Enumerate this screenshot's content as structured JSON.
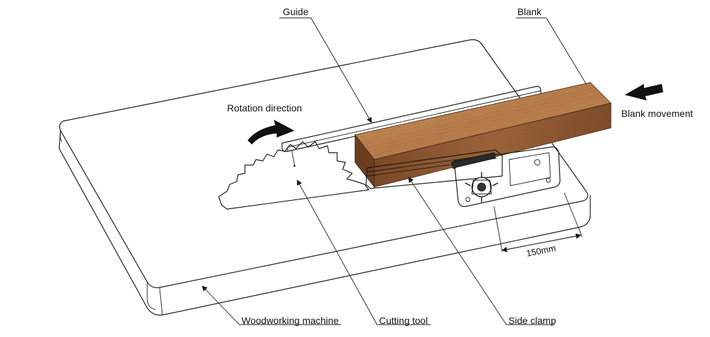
{
  "labels": {
    "guide": "Guide",
    "blank": "Blank",
    "rotation_direction": "Rotation direction",
    "blank_movement": "Blank movement",
    "woodworking_machine": "Woodworking machine",
    "cutting_tool": "Cutting tool",
    "side_clamp": "Side clamp",
    "dimension_value": "150",
    "dimension_unit": "mm"
  },
  "colors": {
    "line": "#1a1a1a",
    "wood_top": "#c08a5a",
    "wood_side": "#8a5530",
    "wood_end": "#6b3d1f",
    "arrow": "#111111"
  }
}
